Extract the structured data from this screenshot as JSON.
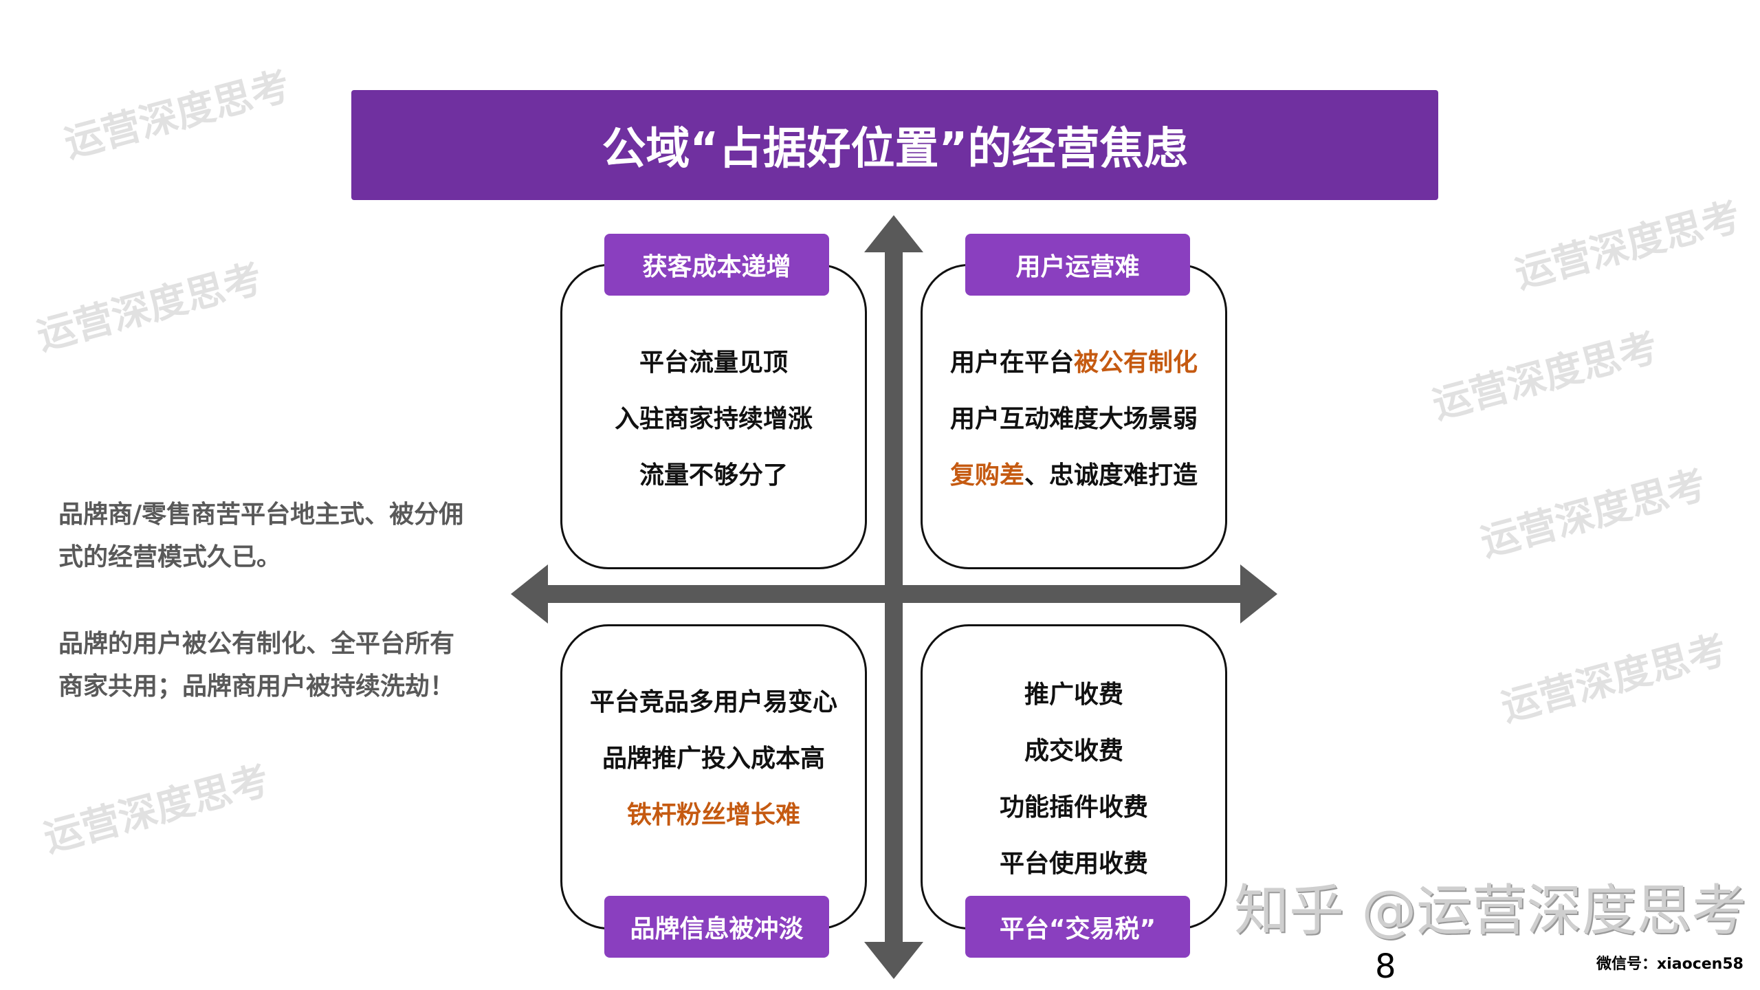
{
  "watermark": "运营深度思考",
  "title": "公域“占据好位置”的经营焦虑",
  "quadrants": [
    {
      "label": "获客成本递增",
      "lines": [
        [
          {
            "t": "平台流量见顶"
          }
        ],
        [
          {
            "t": "入驻商家持续增涨"
          }
        ],
        [
          {
            "t": "流量不够分了"
          }
        ]
      ]
    },
    {
      "label": "用户运营难",
      "lines": [
        [
          {
            "t": "用户在平台"
          },
          {
            "t": "被公有制化",
            "hl": true
          }
        ],
        [
          {
            "t": "用户互动难度大场景弱"
          }
        ],
        [
          {
            "t": "复购差",
            "hl": true
          },
          {
            "t": "、忠诚度难打造"
          }
        ]
      ]
    },
    {
      "label": "品牌信息被冲淡",
      "lines": [
        [
          {
            "t": "平台竞品多用户易变心"
          }
        ],
        [
          {
            "t": "品牌推广投入成本高"
          }
        ],
        [
          {
            "t": "铁杆粉丝增长难",
            "hl": true
          }
        ]
      ]
    },
    {
      "label": "平台“交易税”",
      "lines": [
        [
          {
            "t": "推广收费"
          }
        ],
        [
          {
            "t": "成交收费"
          }
        ],
        [
          {
            "t": "功能插件收费"
          }
        ],
        [
          {
            "t": "平台使用收费"
          }
        ]
      ]
    }
  ],
  "side_text": {
    "p1": [
      "品牌商/零售商苦平台地主式、被分佣",
      "式的经营模式久已。"
    ],
    "p2": [
      "品牌的用户被公有制化、全平台所有",
      "商家共用；品牌商用户被持续洗劫！"
    ]
  },
  "footer": {
    "zhihu": "知乎 @运营深度思考",
    "page_number": "8",
    "wechat": "微信号：xiaocen58"
  },
  "colors": {
    "purple": "#7030a0",
    "highlight": "#c55a11",
    "axis": "#595959"
  }
}
